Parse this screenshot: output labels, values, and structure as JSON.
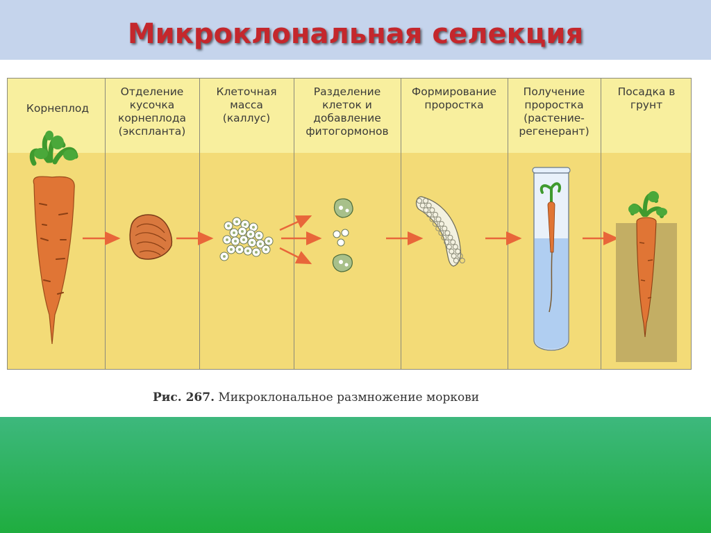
{
  "title": "Микроклональная селекция",
  "columns": [
    {
      "id": "root",
      "label": "Корнеплод"
    },
    {
      "id": "explant",
      "label": "Отделение кусочка корнеплода (экспланта)"
    },
    {
      "id": "callus",
      "label": "Клеточная масса (каллус)"
    },
    {
      "id": "division",
      "label": "Разделение клеток и добавление фитогормонов"
    },
    {
      "id": "sprout",
      "label": "Формирование проростка"
    },
    {
      "id": "regenerant",
      "label": "Получение проростка (растение-регенерант)"
    },
    {
      "id": "planting",
      "label": "Посадка в грунт"
    }
  ],
  "caption": {
    "number": "Рис. 267.",
    "text": "Микроклональное размножение моркови"
  },
  "colors": {
    "title": "#c4272c",
    "title_bar": "#c5d4ec",
    "header": "#f8ef9e",
    "body": "#f3db77",
    "arrow": "#e8663a",
    "carrot": "#e07535",
    "leaf": "#3f9a2e",
    "bottom_band": "#22ad48"
  }
}
